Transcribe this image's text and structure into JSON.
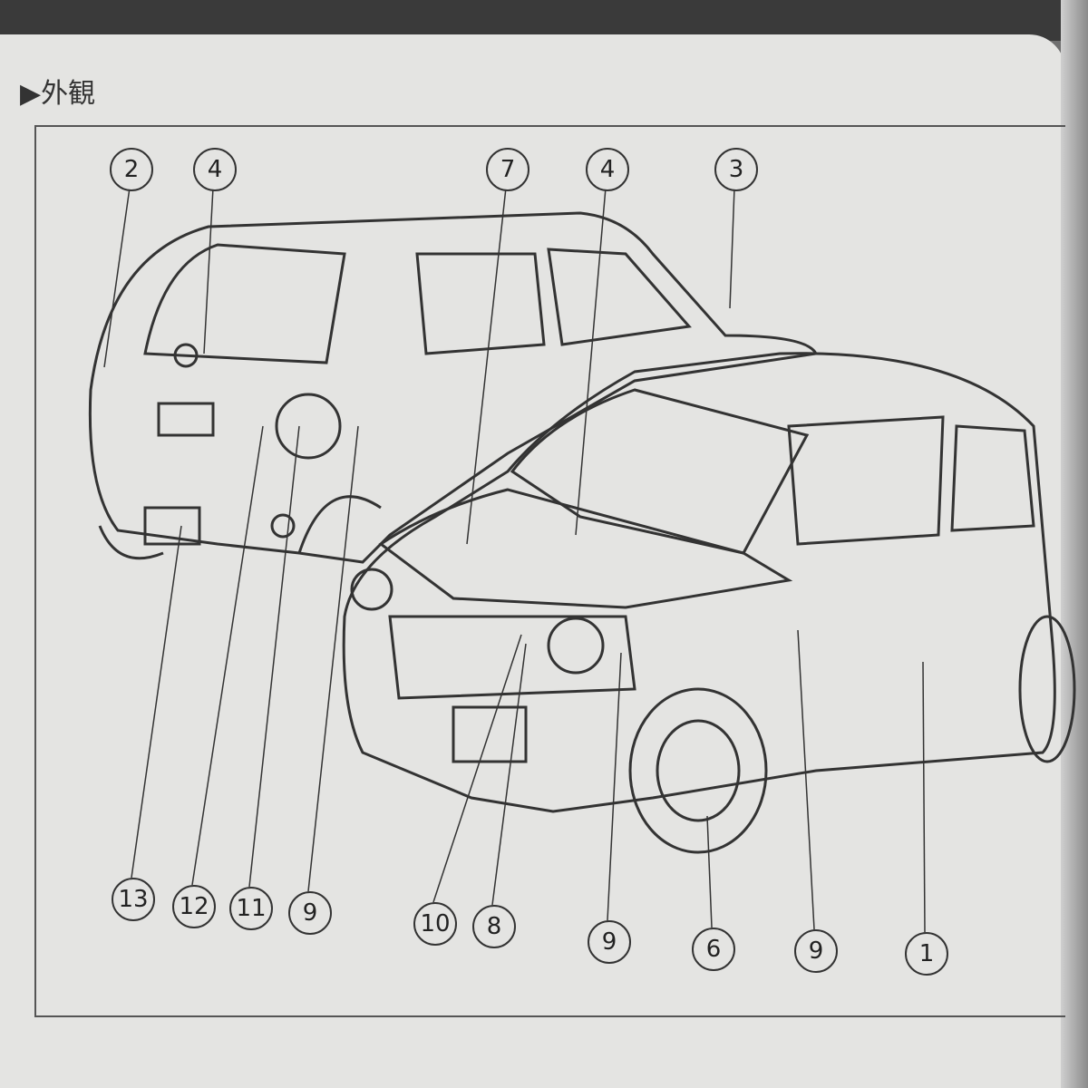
{
  "section": {
    "heading": "▶外観"
  },
  "callouts_top": [
    {
      "label": "2"
    },
    {
      "label": "4"
    },
    {
      "label": "7"
    },
    {
      "label": "4"
    },
    {
      "label": "3"
    }
  ],
  "callouts_bottom": [
    {
      "label": "13"
    },
    {
      "label": "12"
    },
    {
      "label": "11"
    },
    {
      "label": "9"
    },
    {
      "label": "10"
    },
    {
      "label": "8"
    },
    {
      "label": "9"
    },
    {
      "label": "6"
    },
    {
      "label": "9"
    },
    {
      "label": "1"
    }
  ]
}
